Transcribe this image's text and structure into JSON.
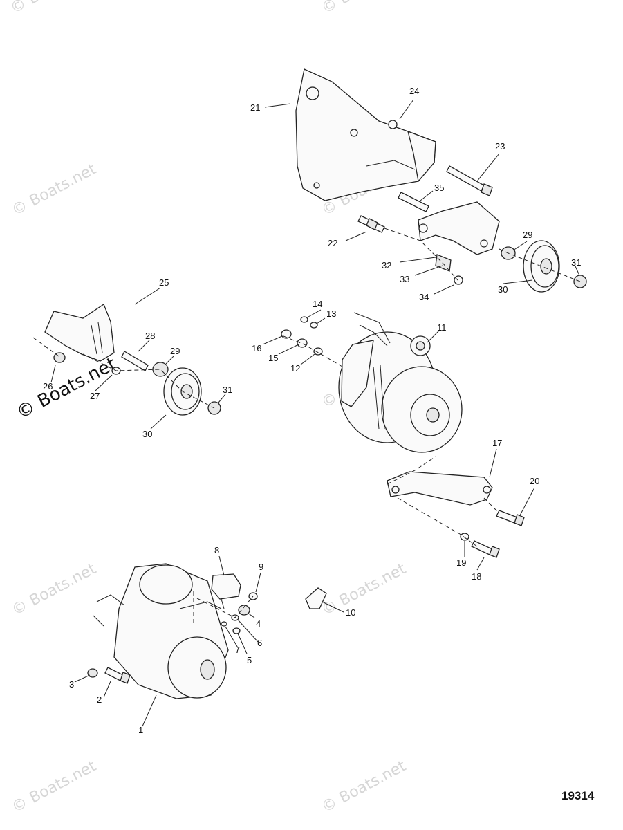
{
  "figure_number": "19314",
  "watermark": {
    "text": "© Boats.net"
  },
  "parts": {
    "p1": "1",
    "p2": "2",
    "p3": "3",
    "p4": "4",
    "p5": "5",
    "p6": "6",
    "p7": "7",
    "p8": "8",
    "p9": "9",
    "p10": "10",
    "p11": "11",
    "p12": "12",
    "p13": "13",
    "p14": "14",
    "p15": "15",
    "p16": "16",
    "p17": "17",
    "p18": "18",
    "p19": "19",
    "p20": "20",
    "p21": "21",
    "p22": "22",
    "p23": "23",
    "p24": "24",
    "p25": "25",
    "p26": "26",
    "p27": "27",
    "p28": "28",
    "p29a": "29",
    "p29b": "29",
    "p30a": "30",
    "p30b": "30",
    "p31a": "31",
    "p31b": "31",
    "p32": "32",
    "p33": "33",
    "p34": "34",
    "p35": "35"
  }
}
